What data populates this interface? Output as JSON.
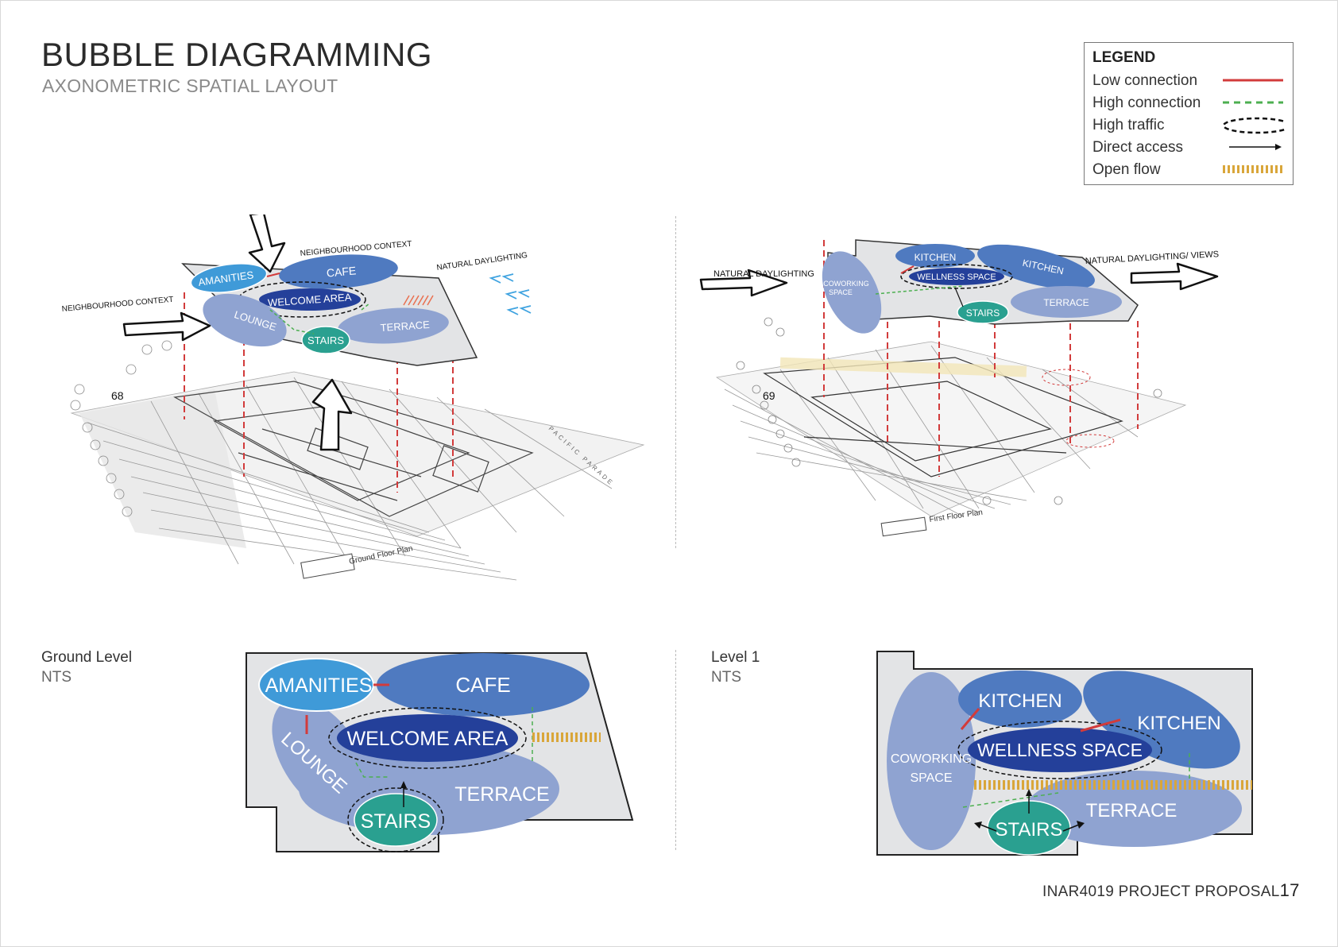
{
  "header": {
    "title": "BUBBLE DIAGRAMMING",
    "subtitle": "AXONOMETRIC SPATIAL LAYOUT"
  },
  "legend": {
    "title": "LEGEND",
    "items": [
      {
        "label": "Low connection",
        "symbol": "solid-red-line"
      },
      {
        "label": "High connection",
        "symbol": "dashed-green-line"
      },
      {
        "label": "High traffic",
        "symbol": "dashed-black-ellipse"
      },
      {
        "label": "Direct access",
        "symbol": "arrow-icon"
      },
      {
        "label": "Open flow",
        "symbol": "hatched-gold-bar"
      }
    ]
  },
  "colors": {
    "low_connection": "#d23b3b",
    "high_connection": "#4caf50",
    "open_flow": "#d9a63a",
    "bubble_light": "#8fa3d1",
    "bubble_mid": "#4f7ac0",
    "bubble_dark": "#24409a",
    "bubble_sky": "#3f9ad8",
    "bubble_teal": "#2aa090",
    "plate": "#e3e4e6",
    "daylight_arrows": "#3fa3e0"
  },
  "axo_ground": {
    "labels": {
      "context_top": "NEIGHBOURHOOD CONTEXT",
      "context_left": "NEIGHBOURHOOD CONTEXT",
      "daylight": "NATURAL DAYLIGHTING",
      "grid_number": "68",
      "street": "PACIFIC PARADE",
      "plan_title": "Ground Floor Plan"
    },
    "bubbles": {
      "amenities": "AMANITIES",
      "cafe": "CAFE",
      "welcome": "WELCOME AREA",
      "lounge": "LOUNGE",
      "terrace": "TERRACE",
      "stairs": "STAIRS"
    }
  },
  "axo_level1": {
    "labels": {
      "daylight_left": "NATURAL DAYLIGHTING",
      "daylight_right": "NATURAL DAYLIGHTING/ VIEWS",
      "grid_number": "69",
      "plan_title": "First Floor Plan"
    },
    "bubbles": {
      "kitchen_a": "KITCHEN",
      "kitchen_b": "KITCHEN",
      "coworking_1": "COWORKING",
      "coworking_2": "SPACE",
      "wellness": "WELLNESS SPACE",
      "stairs": "STAIRS",
      "terrace": "TERRACE"
    }
  },
  "ground_level": {
    "heading": "Ground Level",
    "scale": "NTS",
    "bubbles": {
      "amenities": "AMANITIES",
      "cafe": "CAFE",
      "welcome": "WELCOME AREA",
      "lounge": "LOUNGE",
      "terrace": "TERRACE",
      "stairs": "STAIRS"
    }
  },
  "level_1": {
    "heading": "Level 1",
    "scale": "NTS",
    "bubbles": {
      "kitchen_a": "KITCHEN",
      "kitchen_b": "KITCHEN",
      "coworking_1": "COWORKING",
      "coworking_2": "SPACE",
      "wellness": "WELLNESS SPACE",
      "terrace": "TERRACE",
      "stairs": "STAIRS"
    }
  },
  "footer": {
    "project": "INAR4019 PROJECT PROPOSAL",
    "page_number": "17"
  }
}
